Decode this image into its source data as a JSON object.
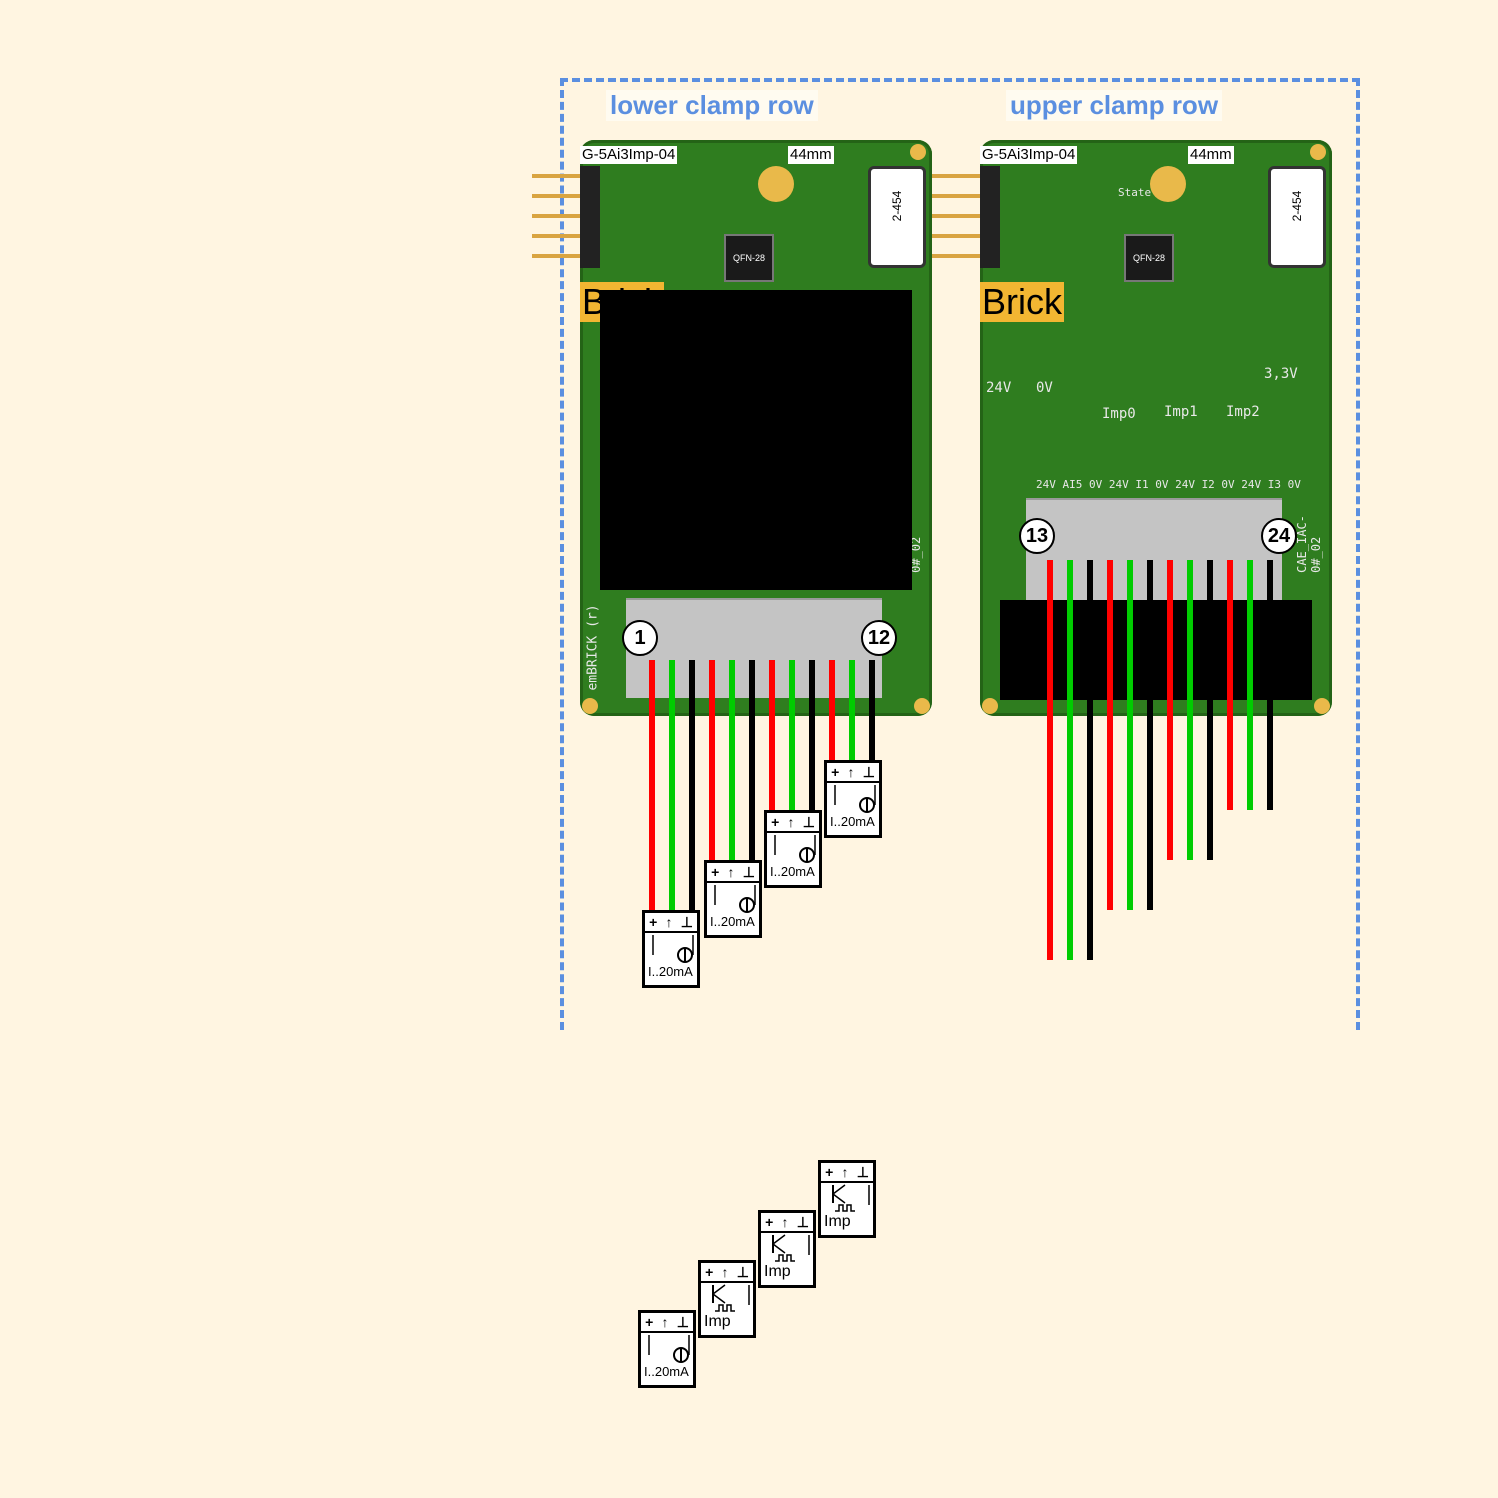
{
  "rows": {
    "lower_label": "lower clamp row",
    "upper_label": "upper clamp row"
  },
  "modules": [
    {
      "part_label": "G-5Ai3Imp-04",
      "size_label": "44mm",
      "brick_label": "Brick",
      "module_label": "2-454",
      "chip_label": "QFN-28",
      "start_terminal": "1",
      "end_terminal": "12"
    },
    {
      "part_label": "G-5Ai3Imp-04",
      "size_label": "44mm",
      "brick_label": "Brick",
      "module_label": "2-454",
      "chip_label": "QFN-28",
      "start_terminal": "13",
      "end_terminal": "24"
    }
  ],
  "silkscreen": {
    "pin_labels": "24V AI5 0V 24V I1 0V 24V I2 0V 24V I3 0V",
    "v24": "24V",
    "v0": "0V",
    "v33": "3,3V",
    "imp0": "Imp0",
    "imp1": "Imp1",
    "imp2": "Imp2",
    "state": "State",
    "board_id": "CAE_IAC-0#_02",
    "brand": "emBRICK (r)"
  },
  "sensors": {
    "current_label": "I..20mA",
    "pulse_label": "Imp",
    "header_symbols": [
      "+",
      "↑",
      "⊥"
    ]
  },
  "colors": {
    "wire_plus": "#ff0000",
    "wire_signal": "#00cc00",
    "wire_ground": "#000000",
    "frame": "#5b8fe0",
    "pcb": "#2f7d1f"
  }
}
